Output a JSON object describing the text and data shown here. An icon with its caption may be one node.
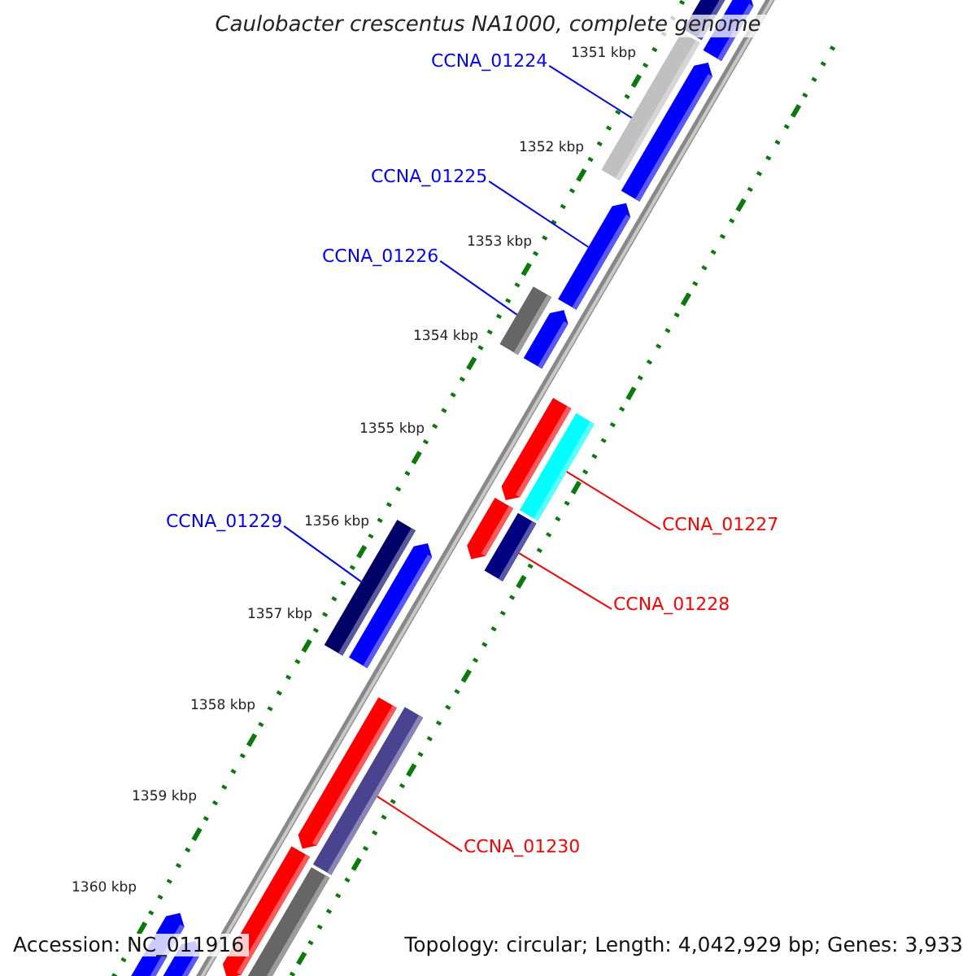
{
  "diagram": {
    "title": "Caulobacter crescentus NA1000, complete genome",
    "nodes": [
      {
        "text": [
          "CCNA_01224"
        ]
      },
      {
        "text": [],
        "shape": "bar"
      },
      {
        "text": [
          "CCNA_01225"
        ]
      },
      {
        "text": [],
        "shape": "bar"
      },
      {
        "text": [
          "CCNA_01226"
        ]
      },
      {
        "text": [],
        "shape": "bar"
      },
      {
        "text": [
          "CCNA_01227"
        ]
      },
      {
        "text": [],
        "shape": "bar"
      },
      {
        "text": [
          "CCNA_01228"
        ]
      },
      {
        "text": [],
        "shape": "bar"
      },
      {
        "text": [
          "CCNA_01229"
        ]
      },
      {
        "text": [],
        "shape": "bar"
      },
      {
        "text": [
          "CCNA_01230"
        ]
      },
      {
        "text": [],
        "shape": "bar"
      }
    ],
    "edges": [
      {
        "from": 0,
        "to": 1,
        "arrow": "none"
      },
      {
        "from": 2,
        "to": 3,
        "arrow": "none"
      },
      {
        "from": 4,
        "to": 5,
        "arrow": "none"
      },
      {
        "from": 6,
        "to": 7,
        "arrow": "none",
        "color": "#ff0000"
      },
      {
        "from": 8,
        "to": 9,
        "arrow": "none",
        "color": "#ff0000"
      },
      {
        "from": 10,
        "to": 11,
        "arrow": "none"
      },
      {
        "from": 12,
        "to": 13,
        "arrow": "none",
        "color": "#ff0000"
      }
    ],
    "labels": [
      "1351 kbp",
      "1352 kbp",
      "1353 kbp",
      "1354 kbp",
      "1355 kbp",
      "1356 kbp",
      "1357 kbp",
      "1358 kbp",
      "1359 kbp",
      "1360 kbp",
      "Accession: NC_011916",
      "Topology: circular; Length: 4,042,929 bp; Genes: 3,933"
    ]
  }
}
